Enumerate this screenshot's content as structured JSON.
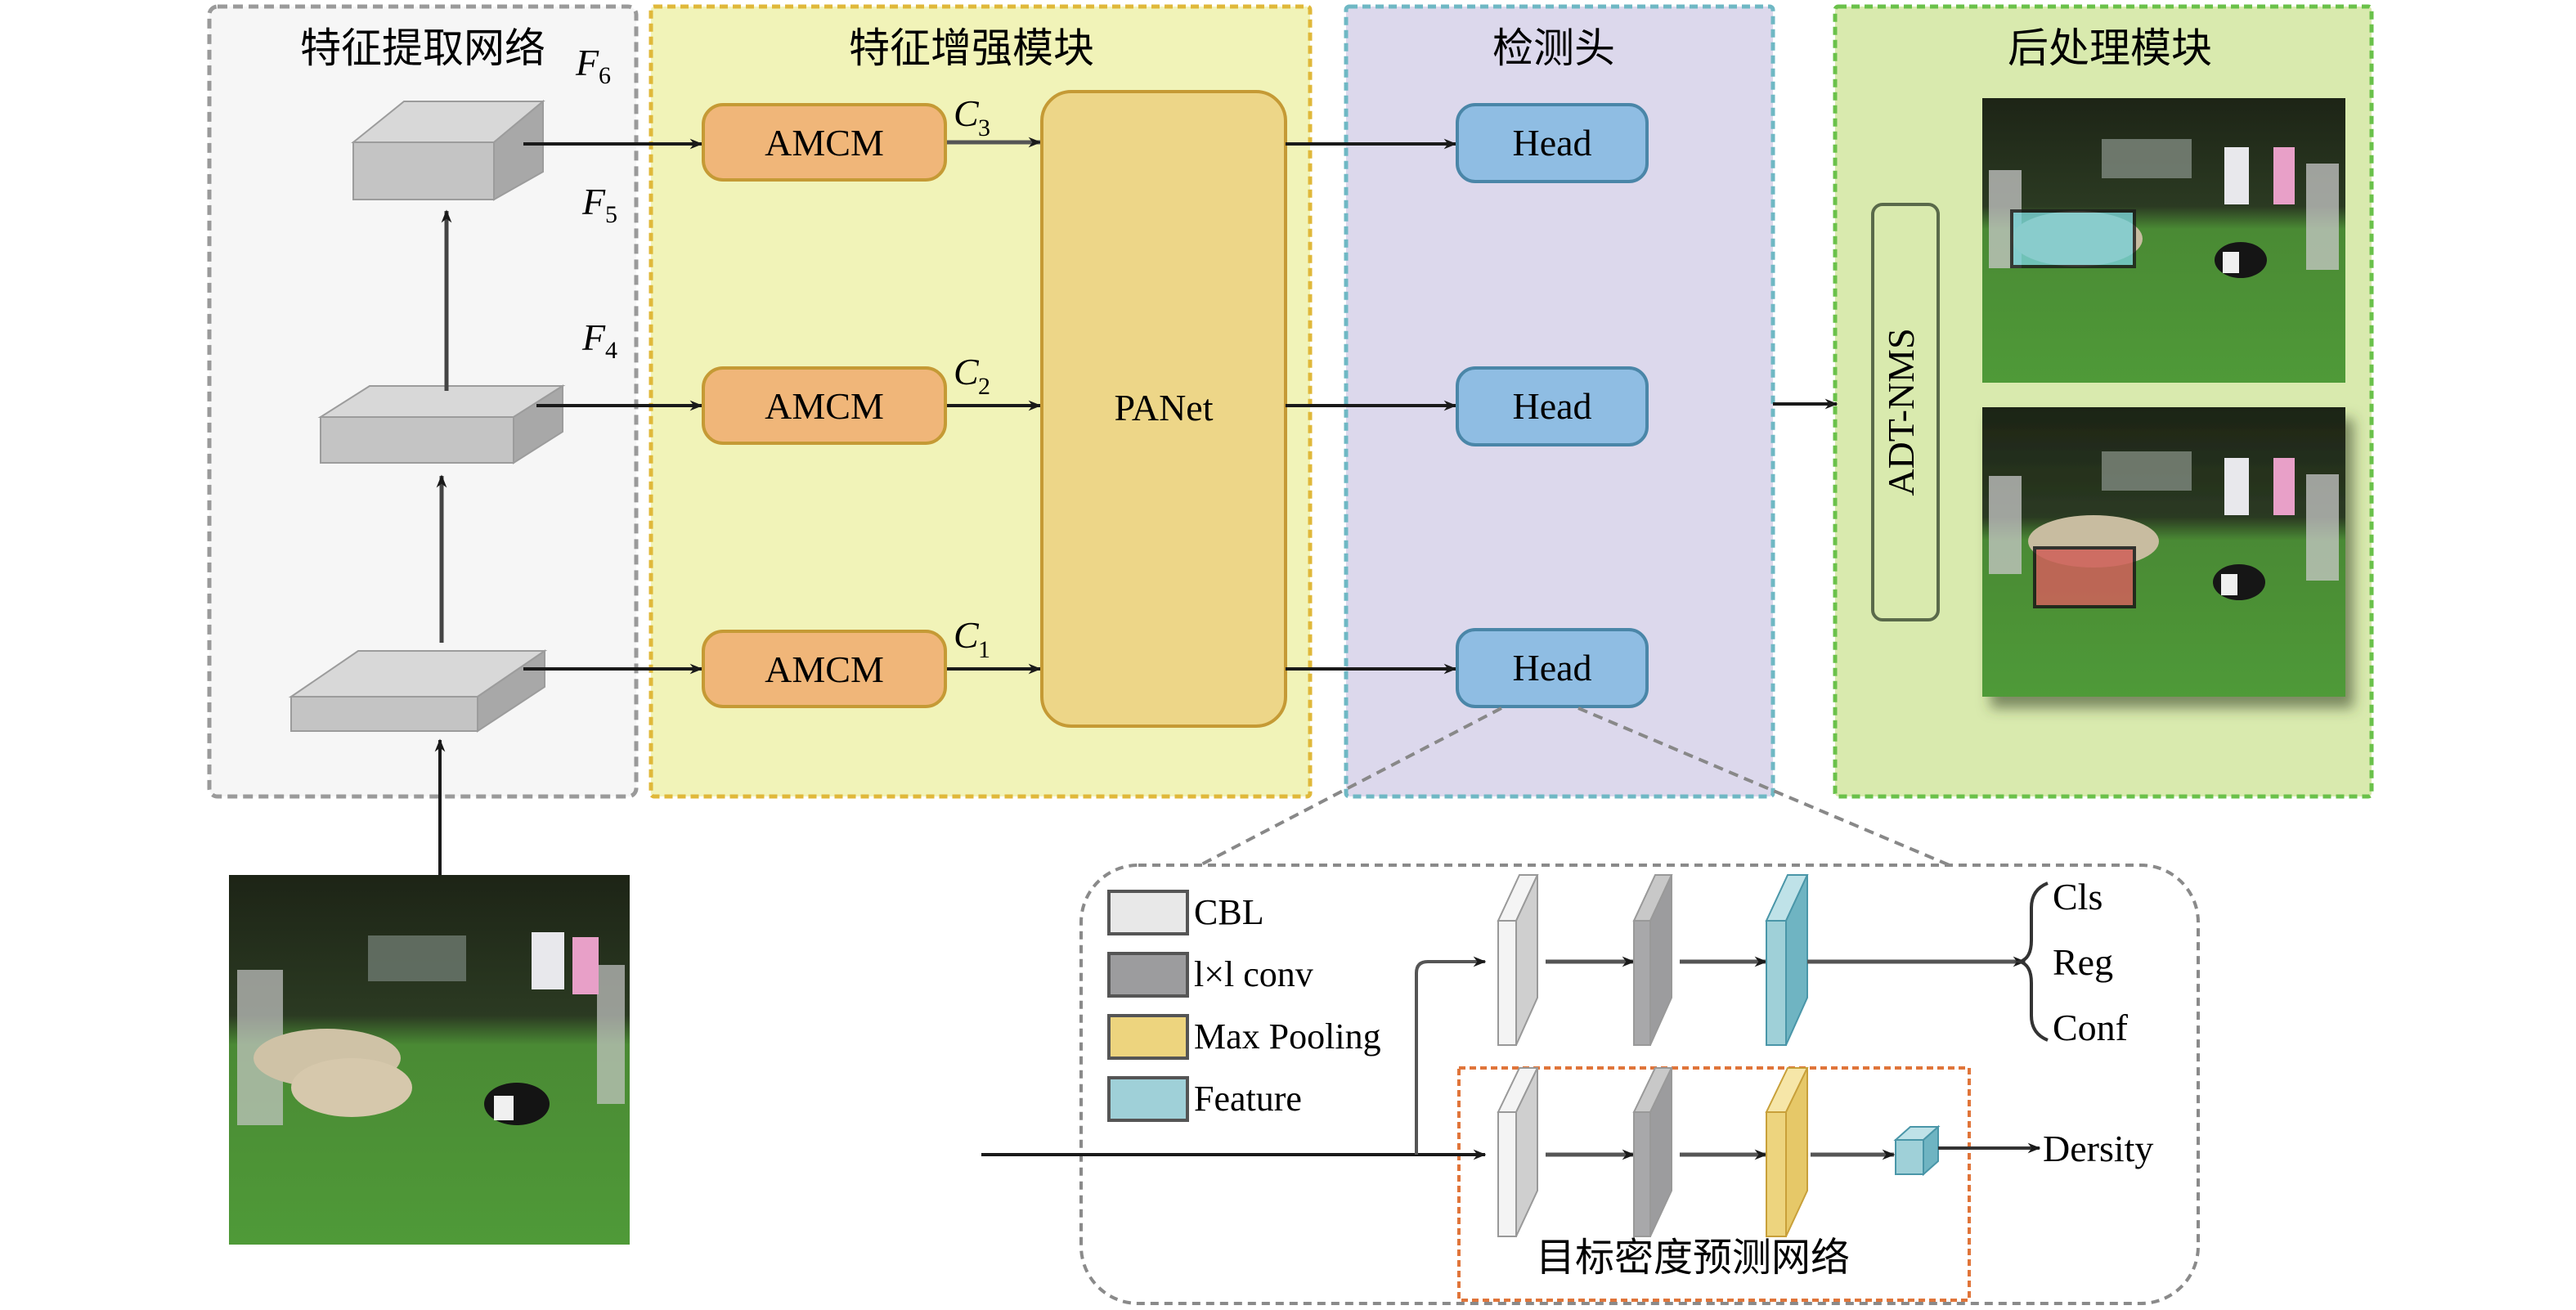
{
  "colors": {
    "extract_bg": "#f6f6f6",
    "extract_border": "#9a9a9a",
    "enhance_bg": "#f1f3b8",
    "enhance_border": "#e0b83a",
    "detect_bg": "#dcd8ec",
    "detect_border": "#6fb8c4",
    "post_bg": "#d9eaae",
    "post_border": "#6ac14a",
    "amcm_fill": "#f0b679",
    "amcm_stroke": "#c59a35",
    "panet_fill": "#edd688",
    "panet_stroke": "#c59a35",
    "head_fill": "#8fbde3",
    "head_stroke": "#4a86a8",
    "cbl": "#e8e8e8",
    "conv": "#9c9c9e",
    "maxpool": "#edd47e",
    "feature": "#9fd0d8",
    "density_box": "#e0753a"
  },
  "modules": {
    "extract": {
      "title": "特征提取网络"
    },
    "enhance": {
      "title": "特征增强模块"
    },
    "detect": {
      "title": "检测头"
    },
    "post": {
      "title": "后处理模块"
    }
  },
  "feature_maps": [
    {
      "label": "F",
      "sub": "6"
    },
    {
      "label": "F",
      "sub": "5"
    },
    {
      "label": "F",
      "sub": "4"
    }
  ],
  "amcm": [
    {
      "label": "AMCM",
      "out": "C",
      "sub": "3"
    },
    {
      "label": "AMCM",
      "out": "C",
      "sub": "2"
    },
    {
      "label": "AMCM",
      "out": "C",
      "sub": "1"
    }
  ],
  "panet": {
    "label": "PANet"
  },
  "heads": [
    {
      "label": "Head"
    },
    {
      "label": "Head"
    },
    {
      "label": "Head"
    }
  ],
  "nms": {
    "label": "ADT-NMS"
  },
  "detail": {
    "legend": [
      {
        "key": "cbl",
        "label": "CBL"
      },
      {
        "key": "conv",
        "label": "l×l conv"
      },
      {
        "key": "maxpool",
        "label": "Max Pooling"
      },
      {
        "key": "feature",
        "label": "Feature"
      }
    ],
    "outputs": [
      "Cls",
      "Reg",
      "Conf"
    ],
    "density_label": "Dersity",
    "density_net_title": "目标密度预测网络"
  },
  "images": {
    "input": "input-sheep-scene",
    "result_top": "result-with-cyan-box",
    "result_bottom": "result-with-red-box"
  }
}
